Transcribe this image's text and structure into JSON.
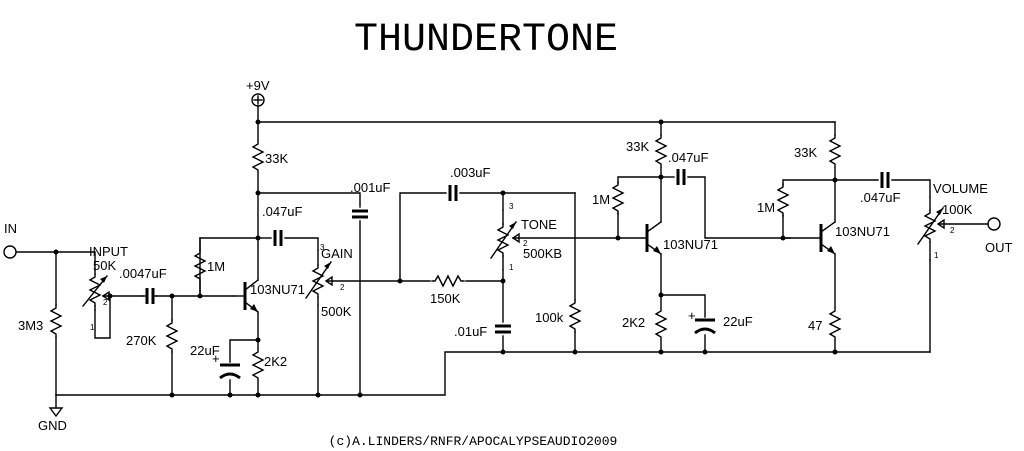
{
  "title": "THUNDERTONE",
  "credit": "(c)A.LINDERS/RNFR/APOCALYPSEAUDIO2009",
  "supply": "+9V",
  "ports": {
    "input": "IN",
    "output": "OUT",
    "ground": "GND"
  },
  "labels": {
    "r_3m3": "3M3",
    "pot_input": "INPUT",
    "pot_input_val": "50K",
    "c_0047": ".0047uF",
    "r_270k": "270K",
    "r_1m_a": "1M",
    "r_33k_a": "33K",
    "q1": "103NU71",
    "c_047_a": ".047uF",
    "c_22u_a": "22uF",
    "r_2k2_a": "2K2",
    "pot_gain": "GAIN",
    "pot_gain_val": "500K",
    "c_001": ".001uF",
    "c_003": ".003uF",
    "pot_tone": "TONE",
    "pot_tone_val": "500KB",
    "r_150k": "150K",
    "c_01": ".01uF",
    "r_100k": "100k",
    "r_33k_b": "33K",
    "c_047_b": ".047uF",
    "r_1m_b": "1M",
    "q2": "103NU71",
    "r_2k2_b": "2K2",
    "c_22u_b": "22uF",
    "r_33k_c": "33K",
    "r_1m_c": "1M",
    "q3": "103NU71",
    "r_47": "47",
    "c_047_c": ".047uF",
    "pot_volume": "VOLUME",
    "pot_volume_val": "100K"
  },
  "pin_labels": {
    "p1": "1",
    "p2": "2",
    "p3": "3"
  }
}
